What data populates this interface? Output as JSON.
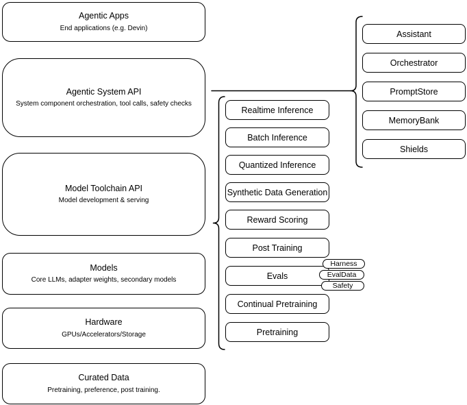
{
  "diagram": {
    "left_column": {
      "boxes": [
        {
          "title": "Agentic Apps",
          "subtitle": "End applications (e.g. Devin)"
        },
        {
          "title": "Agentic System API",
          "subtitle": "System component orchestration, tool calls, safety checks"
        },
        {
          "title": "Model Toolchain API",
          "subtitle": "Model development & serving"
        },
        {
          "title": "Models",
          "subtitle": "Core LLMs, adapter weights, secondary models"
        },
        {
          "title": "Hardware",
          "subtitle": "GPUs/Accelerators/Storage"
        },
        {
          "title": "Curated Data",
          "subtitle": "Pretraining, preference, post training."
        }
      ]
    },
    "toolchain_components": {
      "items": [
        {
          "label": "Realtime Inference"
        },
        {
          "label": "Batch Inference"
        },
        {
          "label": "Quantized Inference"
        },
        {
          "label": "Synthetic Data Generation"
        },
        {
          "label": "Reward Scoring"
        },
        {
          "label": "Post Training"
        },
        {
          "label": "Evals"
        },
        {
          "label": "Continual Pretraining"
        },
        {
          "label": "Pretraining"
        }
      ]
    },
    "agentic_components": {
      "items": [
        {
          "label": "Assistant"
        },
        {
          "label": "Orchestrator"
        },
        {
          "label": "PromptStore"
        },
        {
          "label": "MemoryBank"
        },
        {
          "label": "Shields"
        }
      ]
    },
    "evals_tags": {
      "items": [
        {
          "label": "Harness"
        },
        {
          "label": "EvalData"
        },
        {
          "label": "Safety"
        }
      ]
    },
    "colors": {
      "stroke": "#000000",
      "fill": "#ffffff",
      "text": "#000000"
    }
  }
}
